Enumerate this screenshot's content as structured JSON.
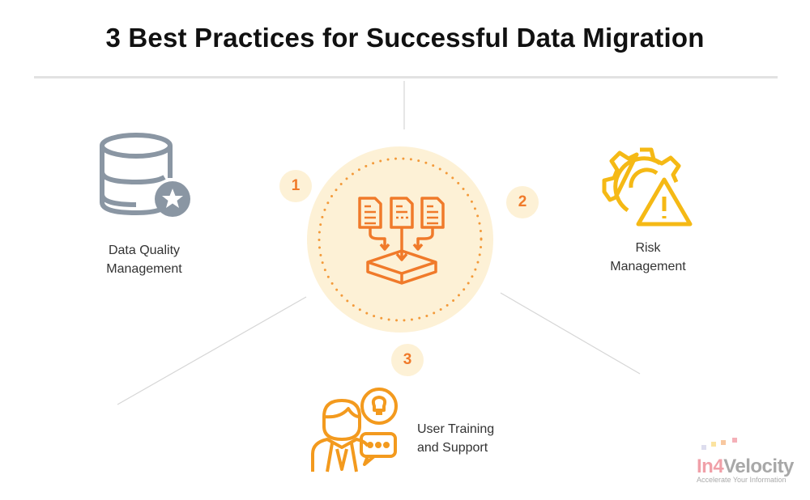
{
  "title": "3 Best Practices for Successful Data Migration",
  "center_icon": "data-migration-icon",
  "practices": [
    {
      "number": "1",
      "label_line1": "Data Quality",
      "label_line2": "Management",
      "icon": "database-star-icon",
      "color": "#8a96a3"
    },
    {
      "number": "2",
      "label_line1": "Risk",
      "label_line2": "Management",
      "icon": "gear-warning-icon",
      "color": "#f5b915"
    },
    {
      "number": "3",
      "label_line1": "User Training",
      "label_line2": "and Support",
      "icon": "user-support-icon",
      "color": "#f39a1e"
    }
  ],
  "logo": {
    "name_part1": "In4",
    "name_part2": "Velocity",
    "tagline": "Accelerate Your Information"
  },
  "colors": {
    "accent": "#f07a2a",
    "circle": "#fdf1d6"
  }
}
